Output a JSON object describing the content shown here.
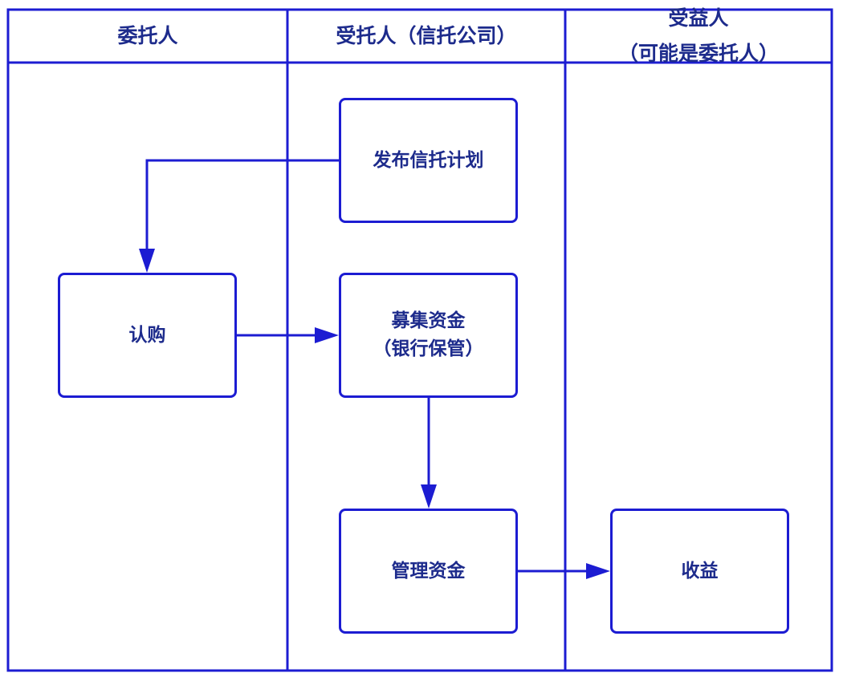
{
  "lanes": [
    {
      "title": "委托人"
    },
    {
      "title": "受托人（信托公司）"
    },
    {
      "title": "受益人",
      "subtitle": "（可能是委托人）"
    }
  ],
  "nodes": {
    "publish_plan": {
      "label": "发布信托计划"
    },
    "subscribe": {
      "label": "认购"
    },
    "raise_funds": {
      "label": "募集资金",
      "sublabel": "（银行保管）"
    },
    "manage_funds": {
      "label": "管理资金"
    },
    "returns": {
      "label": "收益"
    }
  },
  "colors": {
    "line": "#1c1cd2",
    "text": "#1d2b8c",
    "background": "#ffffff"
  }
}
